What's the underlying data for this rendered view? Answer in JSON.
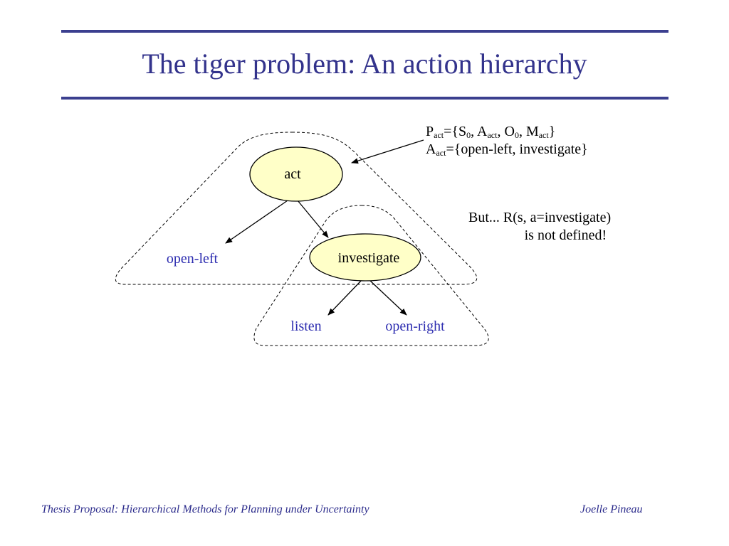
{
  "title": "The tiger problem: An action hierarchy",
  "nodes": {
    "act": "act",
    "investigate": "investigate",
    "open_left": "open-left",
    "listen": "listen",
    "open_right": "open-right"
  },
  "annotation": {
    "p_sym": "P",
    "p_sub": "act",
    "p_eq": "={S",
    "s_sub": "0",
    "sep1": ", A",
    "a_sub": "act",
    "sep2": ", O",
    "o_sub": "0",
    "sep3": ", M",
    "m_sub": "act",
    "close": "}",
    "a2_sym": "A",
    "a2_sub": "act",
    "a2_rest": "={open-left, investigate}"
  },
  "note": {
    "line1": "But... R(s, a=investigate)",
    "line2": "is not defined!"
  },
  "footer": {
    "left": "Thesis Proposal: Hierarchical Methods for Planning under Uncertainty",
    "right": "Joelle Pineau"
  },
  "colors": {
    "title": "#33338c",
    "rule": "#3b3f8f",
    "node_fill": "#ffffc8",
    "leaf_text": "#2d2db0",
    "footer": "#2c2c8c"
  }
}
